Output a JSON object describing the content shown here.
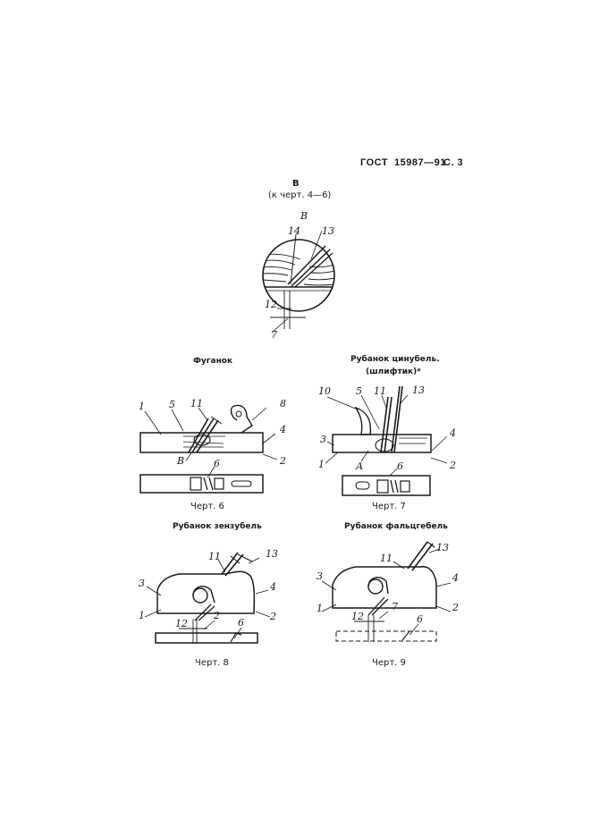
{
  "header": {
    "standard": "ГОСТ",
    "number": "15987—91",
    "page": "С. 3"
  },
  "detail_b": {
    "title": "В",
    "subtitle": "(к черт. 4—6)",
    "labels": {
      "view": "В",
      "n14": "14",
      "n13": "13",
      "n12": "12",
      "n7": "7"
    }
  },
  "figures": {
    "fuganok": {
      "caption": "Фуганок",
      "chert": "Черт. 6",
      "labels": {
        "n1": "1",
        "n5": "5",
        "n11": "11",
        "n8": "8",
        "n4": "4",
        "nB": "В",
        "n6": "6",
        "n2": "2"
      }
    },
    "cinubel": {
      "caption_line1": "Рубанок цинубель.",
      "caption_line2": "(шлифтик)*",
      "chert": "Черт. 7",
      "labels": {
        "n10": "10",
        "n5": "5",
        "n11": "11",
        "n13": "13",
        "n3": "3",
        "n4": "4",
        "n1": "1",
        "nA": "А",
        "n6": "6",
        "n2": "2"
      }
    },
    "zenzubel": {
      "caption": "Рубанок зензубель",
      "chert": "Черт. 8",
      "labels": {
        "n11": "11",
        "n13": "13",
        "n3": "3",
        "n4": "4",
        "n1": "1",
        "n2": "2",
        "n12": "12",
        "n2b": "2",
        "n6": "6"
      }
    },
    "falcgebel": {
      "caption": "Рубанок фальцгебель",
      "chert": "Черт. 9",
      "labels": {
        "n11": "11",
        "n13": "13",
        "n3": "3",
        "n4": "4",
        "n1": "1",
        "n2": "2",
        "n12": "12",
        "n7": "7",
        "n6": "6"
      }
    }
  }
}
